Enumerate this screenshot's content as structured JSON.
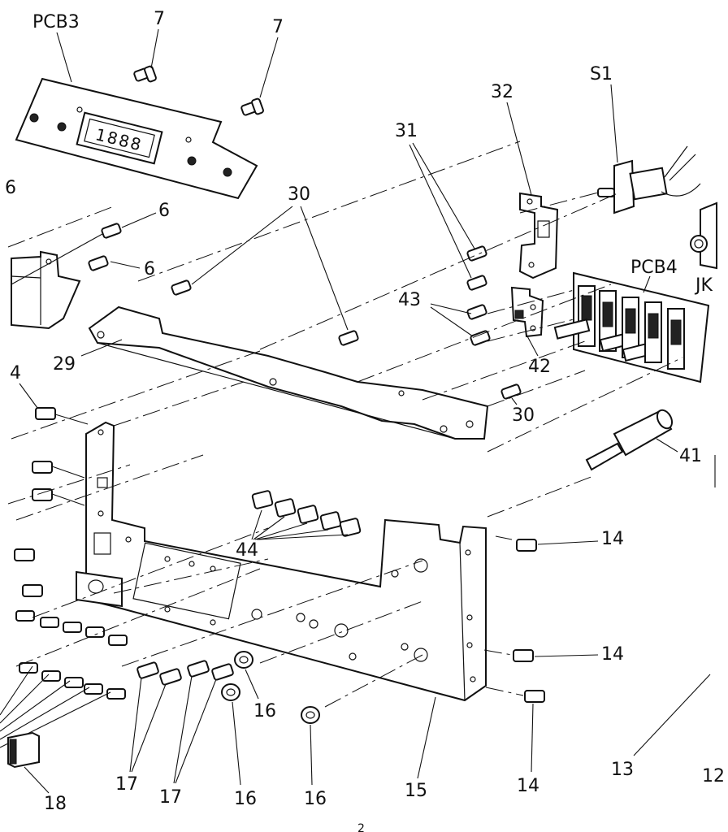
{
  "labels": {
    "pcb3": "PCB3",
    "pcb4": "PCB4",
    "s1": "S1",
    "jk": "JK",
    "display": "1888",
    "n7a": "7",
    "n7b": "7",
    "n6top": "6",
    "n6a": "6",
    "n6b": "6",
    "n30a": "30",
    "n30b": "30",
    "n31": "31",
    "n32": "32",
    "n43": "43",
    "n42": "42",
    "n29": "29",
    "n4": "4",
    "n41": "41",
    "n44": "44",
    "n14a": "14",
    "n14b": "14",
    "n14c": "14",
    "n16a": "16",
    "n16b": "16",
    "n16c": "16",
    "n17a": "17",
    "n17b": "17",
    "n15": "15",
    "n18": "18",
    "n13": "13",
    "n12": "12",
    "footer": "2"
  }
}
